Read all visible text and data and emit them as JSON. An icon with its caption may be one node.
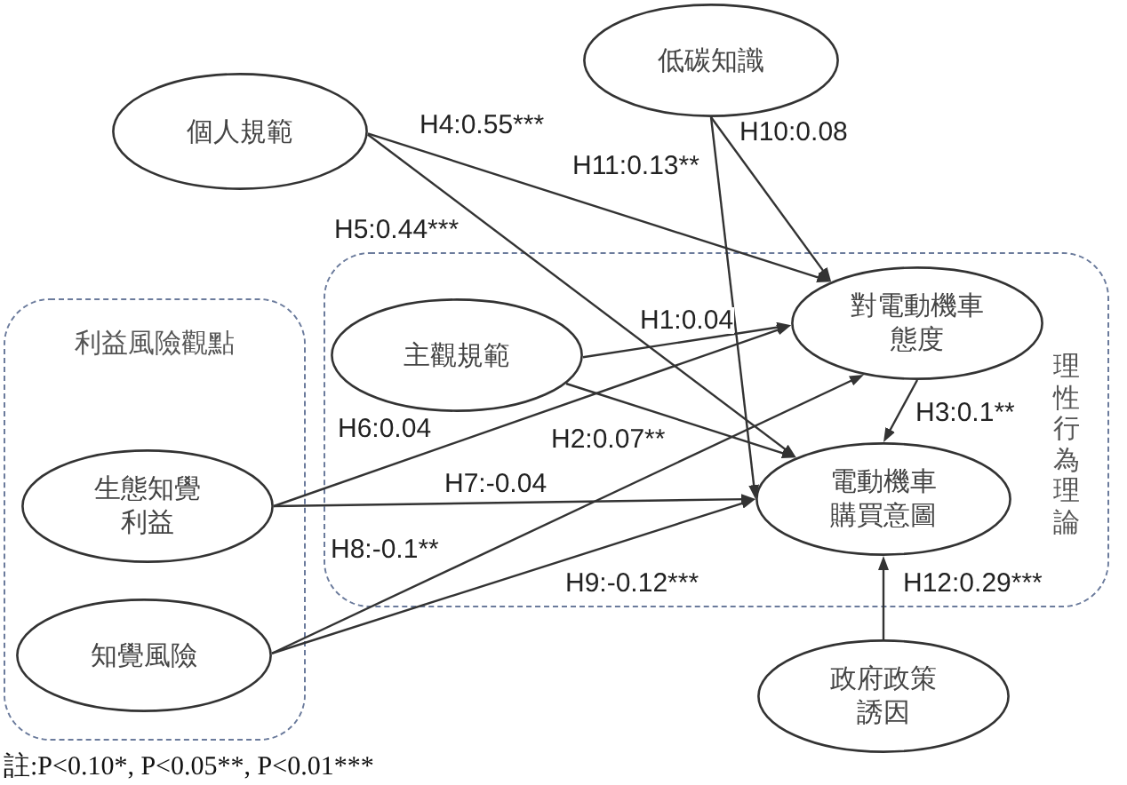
{
  "diagram": {
    "nodes": [
      {
        "text": [
          "個人規範"
        ]
      },
      {
        "text": [
          "低碳知識"
        ]
      },
      {
        "text": [
          "利益風險觀點"
        ]
      },
      {
        "text": [
          "生態知覺利益"
        ],
        "in": 2
      },
      {
        "text": [
          "知覺風險"
        ],
        "in": 2
      },
      {
        "text": [
          "理性行為理論"
        ]
      },
      {
        "text": [
          "主觀規範"
        ],
        "in": 5
      },
      {
        "text": [
          "對電動機車態度"
        ],
        "in": 5
      },
      {
        "text": [
          "電動機車購買意圖"
        ],
        "in": 5
      },
      {
        "text": [
          "政府政策誘因"
        ]
      }
    ],
    "edges": [
      {
        "from": 6,
        "to": 7,
        "arrow": "to",
        "label": "H1:0.04"
      },
      {
        "from": 6,
        "to": 8,
        "arrow": "to",
        "label": "H2:0.07**"
      },
      {
        "from": 7,
        "to": 8,
        "arrow": "to",
        "label": "H3:0.1**"
      },
      {
        "from": 0,
        "to": 7,
        "arrow": "to",
        "label": "H4:0.55***"
      },
      {
        "from": 0,
        "to": 8,
        "arrow": "to",
        "label": "H5:0.44***"
      },
      {
        "from": 3,
        "to": 7,
        "arrow": "to",
        "label": "H6:0.04"
      },
      {
        "from": 3,
        "to": 8,
        "arrow": "to",
        "label": "H7:-0.04"
      },
      {
        "from": 4,
        "to": 7,
        "arrow": "to",
        "label": "H8:-0.1**"
      },
      {
        "from": 4,
        "to": 8,
        "arrow": "to",
        "label": "H9:-0.12***"
      },
      {
        "from": 1,
        "to": 7,
        "arrow": "to",
        "label": "H10:0.08"
      },
      {
        "from": 1,
        "to": 8,
        "arrow": "to",
        "label": "H11:0.13**"
      },
      {
        "from": 9,
        "to": 8,
        "arrow": "to",
        "label": "H12:0.29***"
      }
    ],
    "labels": [
      "註:P<0.10*, P<0.05**, P<0.01***"
    ]
  }
}
